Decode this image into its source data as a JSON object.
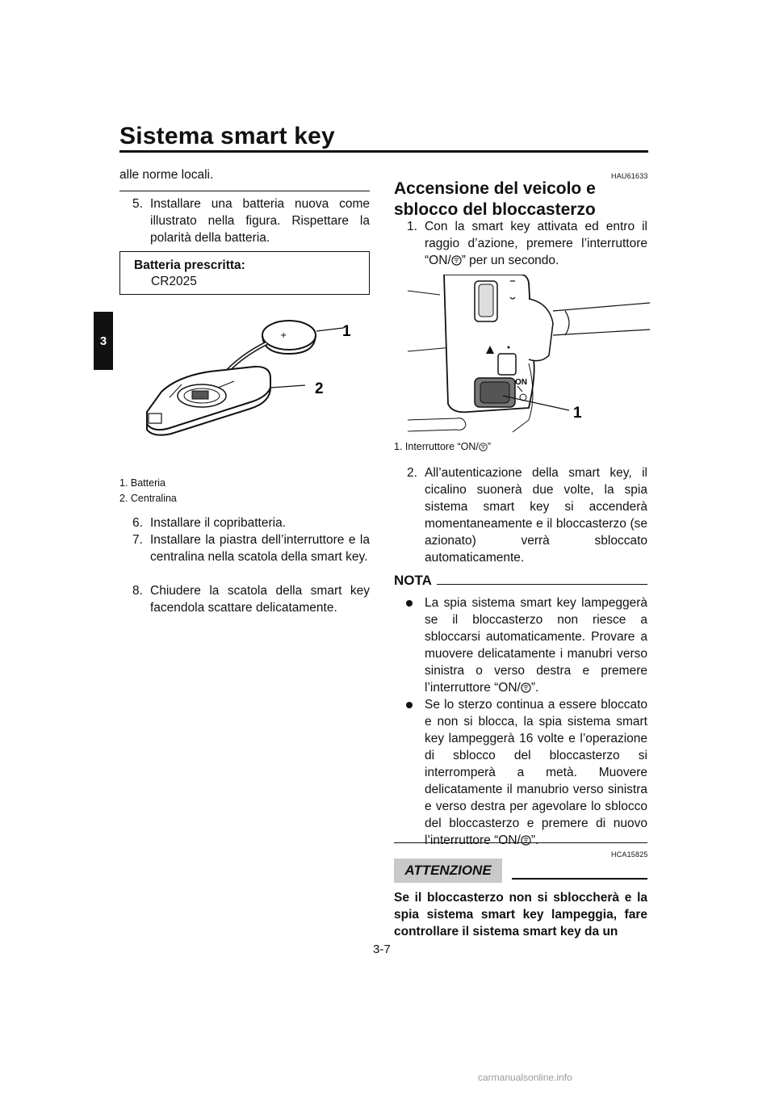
{
  "header": {
    "title": "Sistema smart key",
    "chapter_tab": "3"
  },
  "left": {
    "continued_text": "alle norme locali.",
    "steps_a": [
      {
        "num": "5.",
        "text": "Installare una batteria nuova come illustrato nella figura. Rispettare la polarità della batteria."
      }
    ],
    "spec": {
      "label": "Batteria prescritta:",
      "value": "CR2025"
    },
    "figure_callouts": [
      "1",
      "2"
    ],
    "captions": [
      "1. Batteria",
      "2. Centralina"
    ],
    "steps_b": [
      {
        "num": "6.",
        "text": "Installare il copribatteria."
      },
      {
        "num": "7.",
        "text": "Installare la piastra dell’interruttore e la centralina nella scatola della smart key."
      },
      {
        "num": "8.",
        "text": "Chiudere la scatola della smart key facendola scattare delicatamente."
      }
    ]
  },
  "right": {
    "code": "HAU61633",
    "heading": "Accensione del veicolo e sblocco del bloccasterzo",
    "step1": {
      "num": "1.",
      "before": "Con la smart key attivata ed entro il raggio d’azione, premere l’interruttore “ON/",
      "after": "” per un secondo."
    },
    "figure_callout": "1",
    "figure_labels": {
      "on": "ON"
    },
    "figure_caption": {
      "before": "1. Interruttore “ON/",
      "after": "”"
    },
    "step2": {
      "num": "2.",
      "text": "All’autenticazione della smart key, il cicalino suonerà due volte, la spia sistema smart key si accenderà momentaneamente e il bloccasterzo (se azionato) verrà sbloccato automaticamente."
    },
    "nota": {
      "label": "NOTA",
      "bullet1": {
        "before": "La spia sistema smart key lampeggerà se il bloccasterzo non riesce a sbloccarsi automaticamente. Provare a muovere delicatamente i manubri verso sinistra o verso destra e premere l’interruttore “ON/",
        "after": "”."
      },
      "bullet2": {
        "before": "Se lo sterzo continua a essere bloccato e non si blocca, la spia sistema smart key lampeggerà 16 volte e l’operazione di sblocco del bloccasterzo si interromperà a metà. Muovere delicatamente il manubrio verso sinistra e verso destra per agevolare lo sblocco del bloccasterzo e premere di nuovo l’interruttore “ON/",
        "after": "”."
      }
    },
    "attention": {
      "code": "HCA15825",
      "label": "ATTENZIONE",
      "text": "Se il bloccasterzo non si sbloccherà e la spia sistema smart key lampeggia, fare controllare il sistema smart key da un"
    }
  },
  "footer": {
    "page_number": "3-7",
    "watermark": "carmanualsonline.info"
  }
}
